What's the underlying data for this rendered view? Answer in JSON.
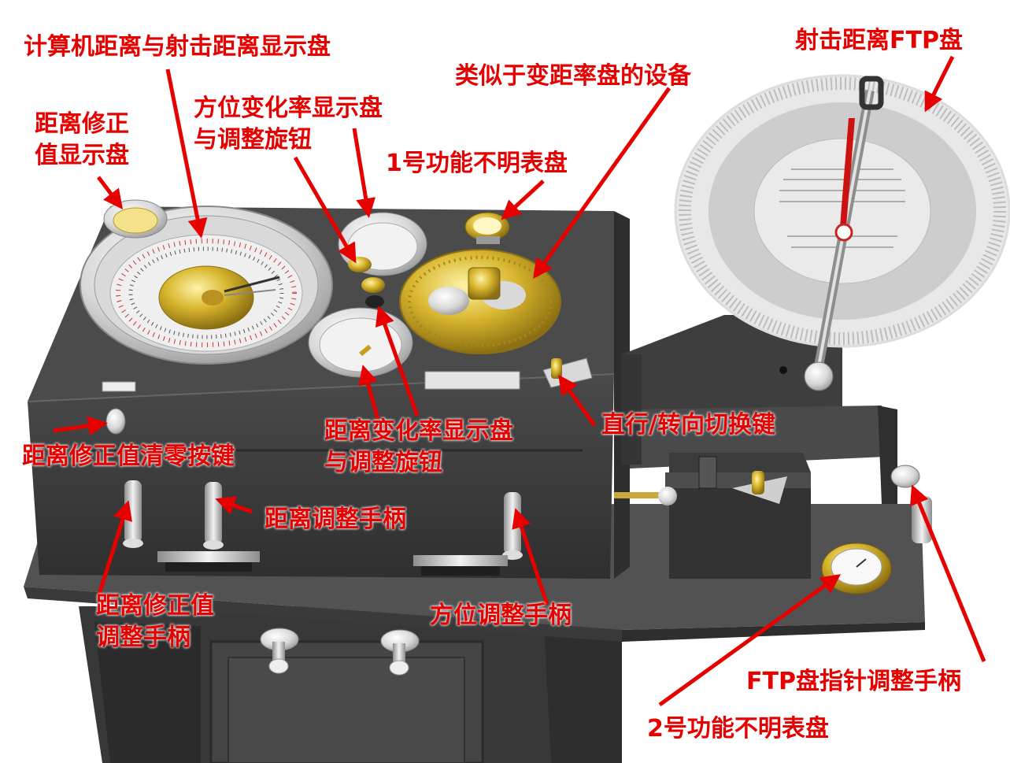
{
  "labels": {
    "computer_range_dial": "计算机距离与射击距离显示盘",
    "range_correction_dial_1": "距离修正",
    "range_correction_dial_2": "值显示盘",
    "bearing_rate_dial_1": "方位变化率显示盘",
    "bearing_rate_dial_2": "与调整旋钮",
    "similar_device": "类似于变距率盘的设备",
    "unknown_dial_1": "1号功能不明表盘",
    "ftp_dial": "射击距离FTP盘",
    "range_rate_dial_1": "距离变化率显示盘",
    "range_rate_dial_2": "与调整旋钮",
    "straight_turn_switch": "直行/转向切换键",
    "correction_reset_button": "距离修正值清零按键",
    "range_handle": "距离调整手柄",
    "correction_handle_1": "距离修正值",
    "correction_handle_2": "调整手柄",
    "bearing_handle": "方位调整手柄",
    "ftp_pointer_handle": "FTP盘指针调整手柄",
    "unknown_dial_2": "2号功能不明表盘"
  },
  "colors": {
    "label": "#e60000",
    "body": "#3d3d3d",
    "gold": "#d8b62e",
    "dial_face": "#d4d4d4"
  }
}
